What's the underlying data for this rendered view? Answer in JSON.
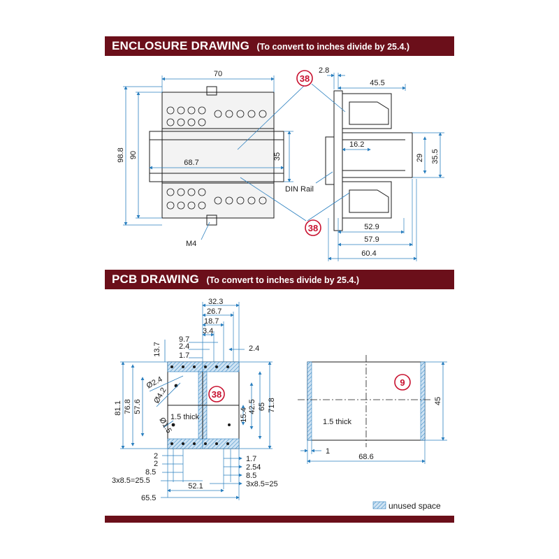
{
  "enclosure": {
    "title": "ENCLOSURE DRAWING",
    "note": "(To convert to inches divide by 25.4.)",
    "callouts": [
      "38",
      "38"
    ],
    "dims": {
      "width_top": "70",
      "height_outer": "98.8",
      "height_inner": "90",
      "inner_width": "68.7",
      "rail_height": "35",
      "screw_label": "M4",
      "side_top_small": "2.8",
      "side_top_width": "45.5",
      "side_rail_depth": "16.2",
      "side_h1": "29",
      "side_h2": "35.5",
      "din_rail_label": "DIN Rail",
      "side_bottom_1": "52.9",
      "side_bottom_2": "57.9",
      "side_bottom_3": "60.4"
    }
  },
  "pcb": {
    "title": "PCB DRAWING",
    "note": "(To convert to inches divide by 25.4.)",
    "callouts": [
      "38",
      "9"
    ],
    "dims": {
      "top_1": "32.3",
      "top_2": "26.7",
      "top_3": "18.7",
      "top_4": "3.4",
      "left_top_1": "9.7",
      "left_top_2": "2.4",
      "left_top_3": "1.7",
      "right_top": "2.4",
      "vert_small": "13.7",
      "hole_1": "Ø2.4",
      "hole_2": "Ø4.2",
      "hole_3": "Ø1.5",
      "left_h1": "81.1",
      "left_h2": "76.8",
      "left_h3": "57.6",
      "thickness_left": "1.5 thick",
      "right_h1": "15.4",
      "right_h2": "42.5",
      "right_h3": "65",
      "right_h4": "71.8",
      "bl_1": "2",
      "bl_2": "2",
      "bl_3": "8.5",
      "bl_4": "3x8.5=25.5",
      "br_1": "1.7",
      "br_2": "2.54",
      "br_3": "8.5",
      "br_4": "3x8.5=25",
      "bottom_1": "52.1",
      "bottom_2": "65.5",
      "thickness_right": "1.5 thick",
      "right_height": "45",
      "right_small": "1",
      "right_width": "68.6"
    },
    "legend": "unused space"
  },
  "colors": {
    "banner": "#6b0f1a",
    "dimension": "#2a7fbf",
    "callout": "#c8102e"
  }
}
